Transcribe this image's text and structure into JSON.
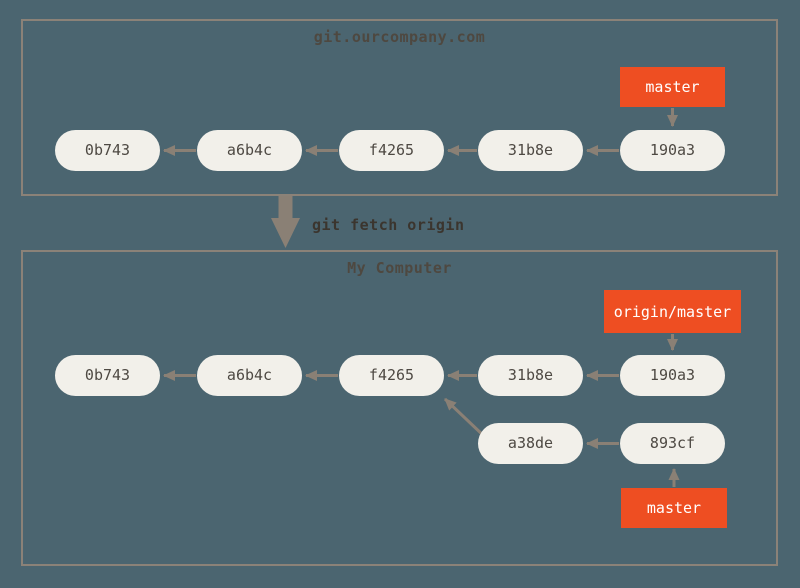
{
  "colors": {
    "background": "#4b6570",
    "panel_border": "#8b8278",
    "commit_fill": "#f2f0ea",
    "commit_text": "#4e4943",
    "arrow": "#8a8075",
    "branch_fill": "#ee4e22",
    "branch_text": "#ffffff",
    "title_text": "#4e4840",
    "command_text": "#3b352e"
  },
  "server": {
    "title": "git.ourcompany.com",
    "commits": [
      {
        "label": "0b743"
      },
      {
        "label": "a6b4c"
      },
      {
        "label": "f4265"
      },
      {
        "label": "31b8e"
      },
      {
        "label": "190a3"
      }
    ],
    "branch": {
      "label": "master"
    },
    "edges": [
      "190a3->31b8e",
      "31b8e->f4265",
      "f4265->a6b4c",
      "a6b4c->0b743",
      "master->190a3"
    ]
  },
  "transfer": {
    "command": "git fetch origin",
    "icon": "arrow-down"
  },
  "local": {
    "title": "My Computer",
    "commits": [
      {
        "label": "0b743"
      },
      {
        "label": "a6b4c"
      },
      {
        "label": "f4265"
      },
      {
        "label": "31b8e"
      },
      {
        "label": "190a3"
      }
    ],
    "remote_branch": {
      "label": "origin/master"
    },
    "second_line": [
      {
        "label": "a38de"
      },
      {
        "label": "893cf"
      }
    ],
    "branch": {
      "label": "master"
    },
    "edges": [
      "190a3->31b8e",
      "31b8e->f4265",
      "f4265->a6b4c",
      "a6b4c->0b743",
      "893cf->a38de",
      "a38de->f4265",
      "origin/master->190a3",
      "master->893cf"
    ]
  }
}
